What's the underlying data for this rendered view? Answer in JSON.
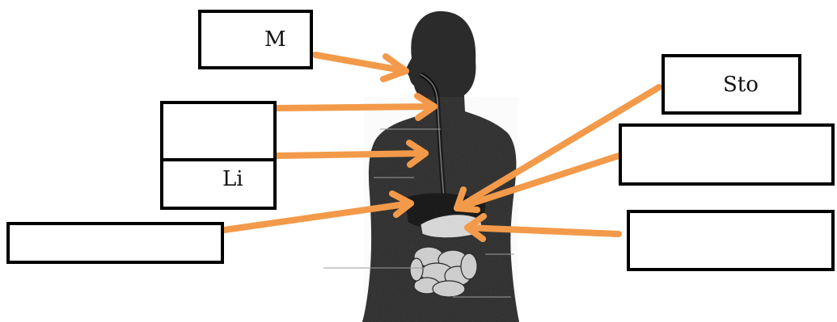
{
  "diagram": {
    "title": "",
    "colors": {
      "arrow": "#f39a4a",
      "silhouette": "#2b2b2b",
      "box_border": "#000000",
      "organ": "#d9d9d9"
    },
    "labels": {
      "mouth": "M",
      "stomach": "Sto",
      "liver": "Li",
      "esophagus": "",
      "stomach_right": "",
      "lower_left": "",
      "lower_right": ""
    }
  }
}
